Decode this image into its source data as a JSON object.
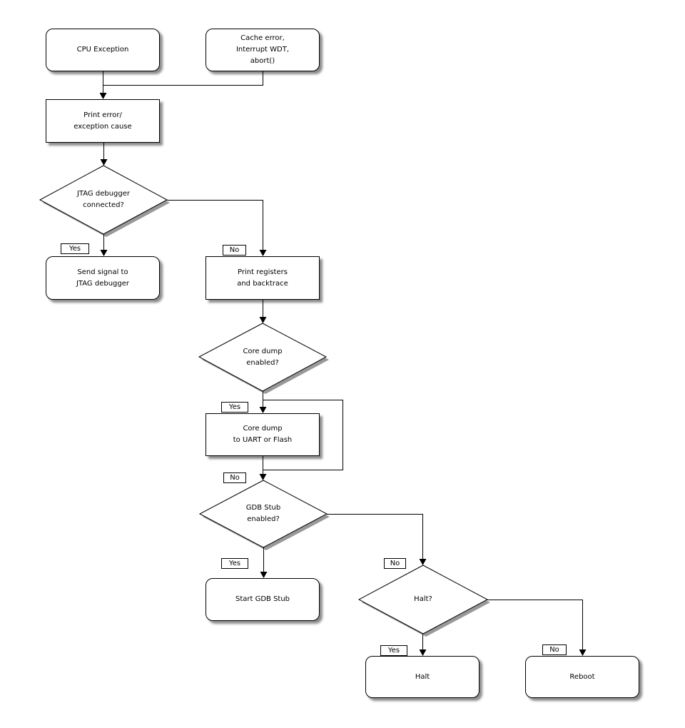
{
  "diagram": {
    "type": "flowchart",
    "colors": {
      "background": "#ffffff",
      "node_fill": "#ffffff",
      "line": "#000000",
      "shadow": "rgba(0,0,0,0.45)"
    },
    "nodes": {
      "cpu_exception": {
        "label": "CPU Exception",
        "shape": "rounded-rect"
      },
      "cache_error": {
        "label": "Cache error,\nInterrupt WDT,\nabort()",
        "shape": "rounded-rect"
      },
      "print_error": {
        "label": "Print error/\nexception cause",
        "shape": "rect"
      },
      "jtag_debugger": {
        "label": "JTAG debugger\nconnected?",
        "shape": "diamond"
      },
      "send_signal": {
        "label": "Send signal to\nJTAG debugger",
        "shape": "rounded-rect"
      },
      "print_registers": {
        "label": "Print registers\nand backtrace",
        "shape": "rect"
      },
      "core_dump_enabled": {
        "label": "Core dump\nenabled?",
        "shape": "diamond"
      },
      "core_dump": {
        "label": "Core dump\nto UART or Flash",
        "shape": "rect"
      },
      "gdb_stub_enabled": {
        "label": "GDB Stub\nenabled?",
        "shape": "diamond"
      },
      "start_gdb_stub": {
        "label": "Start GDB Stub",
        "shape": "rounded-rect"
      },
      "halt_question": {
        "label": "Halt?",
        "shape": "diamond"
      },
      "halt": {
        "label": "Halt",
        "shape": "rounded-rect"
      },
      "reboot": {
        "label": "Reboot",
        "shape": "rounded-rect"
      }
    },
    "edge_labels": {
      "jtag_yes": "Yes",
      "jtag_no": "No",
      "core_dump_yes": "Yes",
      "core_dump_no": "No",
      "gdb_stub_yes": "Yes",
      "gdb_stub_no": "No",
      "halt_yes": "Yes",
      "halt_no": "No"
    },
    "edges": [
      {
        "from": "cpu_exception",
        "to": "print_error",
        "label": ""
      },
      {
        "from": "cache_error",
        "to": "print_error",
        "label": ""
      },
      {
        "from": "print_error",
        "to": "jtag_debugger",
        "label": ""
      },
      {
        "from": "jtag_debugger",
        "to": "send_signal",
        "label": "Yes"
      },
      {
        "from": "jtag_debugger",
        "to": "print_registers",
        "label": "No"
      },
      {
        "from": "print_registers",
        "to": "core_dump_enabled",
        "label": ""
      },
      {
        "from": "core_dump_enabled",
        "to": "core_dump",
        "label": "Yes"
      },
      {
        "from": "core_dump_enabled",
        "to": "gdb_stub_enabled",
        "label": "No"
      },
      {
        "from": "core_dump",
        "to": "gdb_stub_enabled",
        "label": ""
      },
      {
        "from": "gdb_stub_enabled",
        "to": "start_gdb_stub",
        "label": "Yes"
      },
      {
        "from": "gdb_stub_enabled",
        "to": "halt_question",
        "label": "No"
      },
      {
        "from": "halt_question",
        "to": "halt",
        "label": "Yes"
      },
      {
        "from": "halt_question",
        "to": "reboot",
        "label": "No"
      }
    ]
  }
}
